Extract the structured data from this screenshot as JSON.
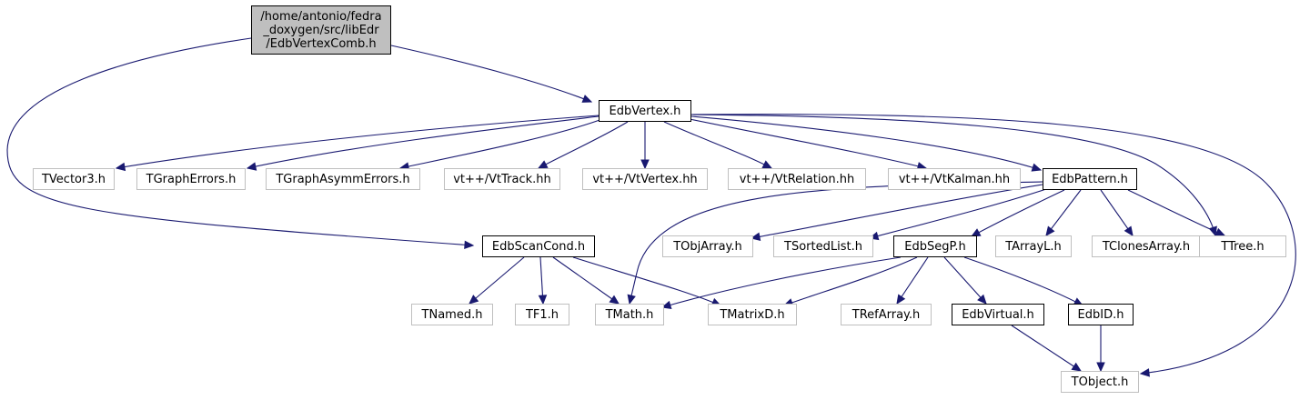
{
  "colors": {
    "edge": "#191970",
    "root_fill": "#bfbfbf",
    "linked_border": "#000000",
    "external_border": "#bfbfbf"
  },
  "nodes": {
    "root": "/home/antonio/fedra _doxygen/src/libEdr /EdbVertexComb.h",
    "edbvertex": "EdbVertex.h",
    "tvector3": "TVector3.h",
    "tgrapherrors": "TGraphErrors.h",
    "tgraphasymmerrors": "TGraphAsymmErrors.h",
    "vttrack": "vt++/VtTrack.hh",
    "vtvertex": "vt++/VtVertex.hh",
    "vtrelation": "vt++/VtRelation.hh",
    "vtkalman": "vt++/VtKalman.hh",
    "edbpattern": "EdbPattern.h",
    "edbscancond": "EdbScanCond.h",
    "tobjarray": "TObjArray.h",
    "tsortedlist": "TSortedList.h",
    "edbsegp": "EdbSegP.h",
    "tarrayl": "TArrayL.h",
    "tclonesarray": "TClonesArray.h",
    "ttree": "TTree.h",
    "tnamed": "TNamed.h",
    "tf1": "TF1.h",
    "tmath": "TMath.h",
    "tmatrixd": "TMatrixD.h",
    "trefarray": "TRefArray.h",
    "edbvirtual": "EdbVirtual.h",
    "edbid": "EdbID.h",
    "tobject": "TObject.h"
  },
  "edges": [
    [
      "root",
      "edbvertex"
    ],
    [
      "root",
      "edbscancond"
    ],
    [
      "edbvertex",
      "tvector3"
    ],
    [
      "edbvertex",
      "tgrapherrors"
    ],
    [
      "edbvertex",
      "tgraphasymmerrors"
    ],
    [
      "edbvertex",
      "vttrack"
    ],
    [
      "edbvertex",
      "vtvertex"
    ],
    [
      "edbvertex",
      "vtrelation"
    ],
    [
      "edbvertex",
      "vtkalman"
    ],
    [
      "edbvertex",
      "edbpattern"
    ],
    [
      "edbvertex",
      "ttree"
    ],
    [
      "edbvertex",
      "tobject"
    ],
    [
      "edbpattern",
      "tmath"
    ],
    [
      "edbpattern",
      "tobjarray"
    ],
    [
      "edbpattern",
      "tsortedlist"
    ],
    [
      "edbpattern",
      "edbsegp"
    ],
    [
      "edbpattern",
      "tarrayl"
    ],
    [
      "edbpattern",
      "tclonesarray"
    ],
    [
      "edbpattern",
      "ttree"
    ],
    [
      "edbscancond",
      "tnamed"
    ],
    [
      "edbscancond",
      "tf1"
    ],
    [
      "edbscancond",
      "tmath"
    ],
    [
      "edbscancond",
      "tmatrixd"
    ],
    [
      "edbsegp",
      "tmath"
    ],
    [
      "edbsegp",
      "tmatrixd"
    ],
    [
      "edbsegp",
      "trefarray"
    ],
    [
      "edbsegp",
      "edbvirtual"
    ],
    [
      "edbsegp",
      "edbid"
    ],
    [
      "edbvirtual",
      "tobject"
    ],
    [
      "edbid",
      "tobject"
    ]
  ]
}
